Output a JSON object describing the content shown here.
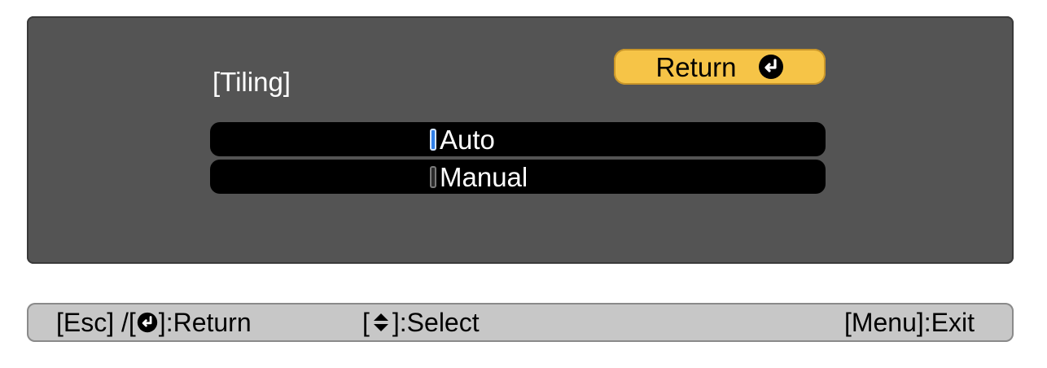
{
  "dialog": {
    "title": "[Tiling]",
    "return_label": "Return",
    "return_icon": "enter-icon"
  },
  "options": [
    {
      "label": "Auto",
      "selected": true
    },
    {
      "label": "Manual",
      "selected": false
    }
  ],
  "helpbar": {
    "esc_prefix": "[Esc] /[",
    "esc_suffix": "]:Return",
    "select_prefix": "[",
    "select_suffix": "]:Select",
    "exit_label": "[Menu]:Exit",
    "select_icon": "up-down-icon",
    "return_icon": "enter-icon"
  },
  "colors": {
    "panel": "#545454",
    "return_button": "#f6c447",
    "selected_marker": "#2f7fe8",
    "help_bar": "#c7c7c7"
  }
}
